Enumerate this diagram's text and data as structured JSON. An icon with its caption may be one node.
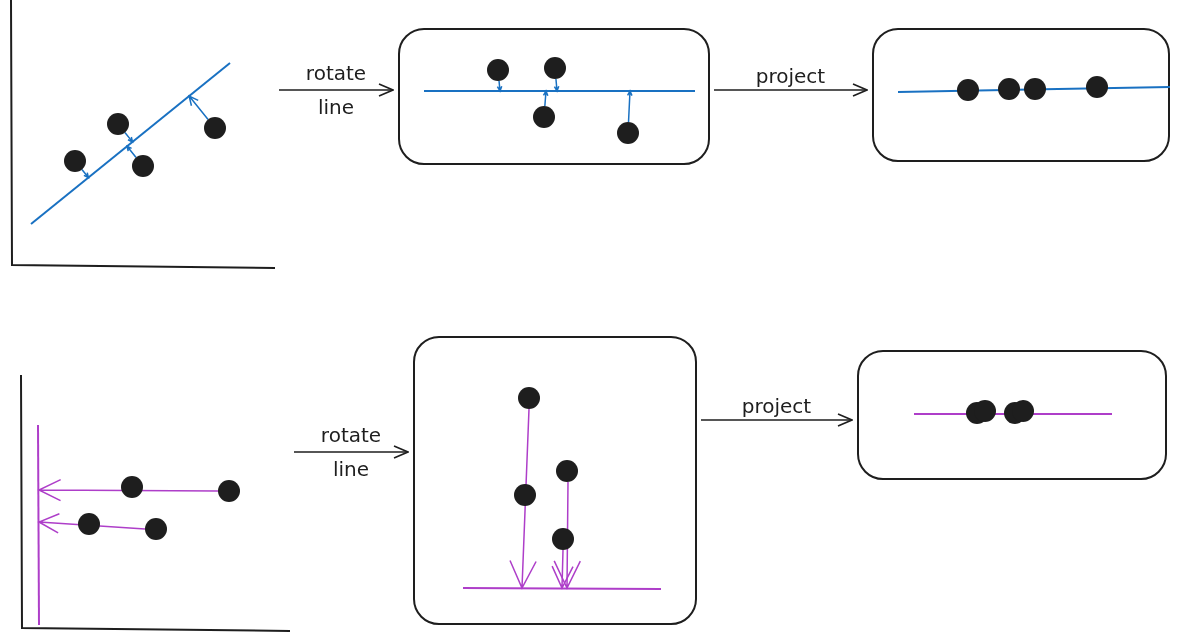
{
  "diagram": {
    "nodes": [
      {
        "text": [],
        "shape": "picture"
      },
      {
        "text": [],
        "shape": "box"
      },
      {
        "text": [],
        "shape": "box"
      },
      {
        "text": [],
        "shape": "picture"
      },
      {
        "text": [],
        "shape": "box"
      },
      {
        "text": [],
        "shape": "box"
      }
    ],
    "edges": [
      {
        "from": 0,
        "to": 1,
        "arrow": "to",
        "label": "rotate line"
      },
      {
        "from": 1,
        "to": 2,
        "arrow": "to",
        "label": "project"
      },
      {
        "from": 3,
        "to": 4,
        "arrow": "to",
        "label": "rotate line"
      },
      {
        "from": 4,
        "to": 5,
        "arrow": "to",
        "label": "project"
      }
    ]
  }
}
